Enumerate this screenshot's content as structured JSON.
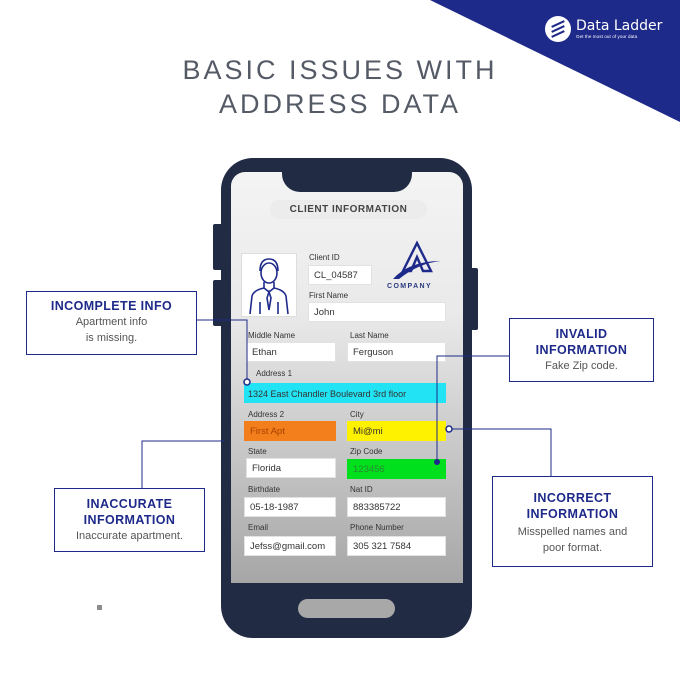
{
  "brand": {
    "name": "Data Ladder",
    "tagline": "Get the most out of your data"
  },
  "title_line1": "BASIC ISSUES WITH",
  "title_line2": "ADDRESS DATA",
  "form": {
    "header": "CLIENT INFORMATION",
    "company": "COMPANY",
    "fields": {
      "client_id": {
        "label": "Client ID",
        "value": "CL_04587"
      },
      "first_name": {
        "label": "First Name",
        "value": "John"
      },
      "middle_name": {
        "label": "Middle Name",
        "value": "Ethan"
      },
      "last_name": {
        "label": "Last Name",
        "value": "Ferguson"
      },
      "address1": {
        "label": "Address 1",
        "value": "1324 East Chandler Boulevard 3rd floor",
        "highlight": "#22e3f3"
      },
      "address2": {
        "label": "Address 2",
        "value": "First Apt",
        "highlight": "#f27f1b"
      },
      "city": {
        "label": "City",
        "value": "Mi@mi",
        "highlight": "#fff200"
      },
      "state": {
        "label": "State",
        "value": "Florida"
      },
      "zip": {
        "label": "Zip Code",
        "value": "123456",
        "highlight": "#00e01c"
      },
      "birthdate": {
        "label": "Birthdate",
        "value": "05-18-1987"
      },
      "nat_id": {
        "label": "Nat ID",
        "value": "883385722"
      },
      "email": {
        "label": "Email",
        "value": "Jefss@gmail.com"
      },
      "phone": {
        "label": "Phone Number",
        "value": "305 321 7584"
      }
    }
  },
  "callouts": {
    "incomplete": {
      "title": "INCOMPLETE INFO",
      "body1": "Apartment info",
      "body2": "is missing."
    },
    "invalid": {
      "title1": "INVALID",
      "title2": "INFORMATION",
      "body": "Fake Zip code."
    },
    "inaccurate": {
      "title1": "INACCURATE",
      "title2": "INFORMATION",
      "body": "Inaccurate apartment."
    },
    "incorrect": {
      "title1": "INCORRECT",
      "title2": "INFORMATION",
      "body1": "Misspelled names and",
      "body2": "poor format."
    }
  },
  "colors": {
    "navy": "#1e2a8a",
    "phone": "#222b44"
  }
}
